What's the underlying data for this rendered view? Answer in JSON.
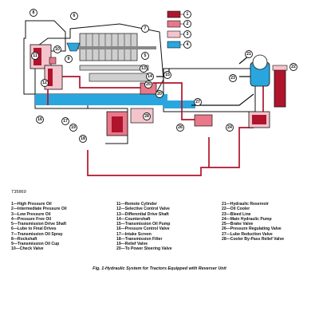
{
  "header": {
    "text": ""
  },
  "figure_id": "T35869",
  "caption": "Fig. 1-Hydraulic System for Tractors Equipped with Reverser Unit",
  "colors": {
    "high_pressure": "#b0142c",
    "intermediate_pressure": "#e8788a",
    "low_pressure": "#f4c4cc",
    "pressure_free": "#2aa6de",
    "line": "#111111",
    "metal": "#cfcfcf"
  },
  "key": [
    {
      "num": "1",
      "color": "high_pressure"
    },
    {
      "num": "2",
      "color": "intermediate_pressure"
    },
    {
      "num": "3",
      "color": "low_pressure"
    },
    {
      "num": "4",
      "color": "pressure_free"
    }
  ],
  "legend": {
    "col1": [
      "1—High Pressure Oil",
      "2—Intermediate Pressure Oil",
      "3—Low Pressure Oil",
      "4—Pressure Free Oil",
      "5—Transmission Drive Shaft",
      "6—Lube to Final Drives",
      "7—Transmission Oil Spray",
      "8—Rockshaft",
      "9—Transmission Oil Cup",
      "10—Check Valve"
    ],
    "col2": [
      "11—Remote Cylinder",
      "12—Selective Control Valve",
      "13—Differential Drive Shaft",
      "14—Countershaft",
      "15—Transmission Oil Pump",
      "16—Pressure Control Valve",
      "17—Intake Screen",
      "18—Transmission Filter",
      "19—Relief Valve",
      "20—To Power Steering Valve"
    ],
    "col3": [
      "21—Hydraulic Reservoir",
      "22—Oil Cooler",
      "23—Bleed Line",
      "24—Main Hydraulic Pump",
      "25—Brake Valve",
      "26—Pressure Regulating Valve",
      "27—Lube Reduction Valve",
      "28—Cooler By-Pass Relief Valve"
    ]
  },
  "callouts": [
    "1",
    "2",
    "3",
    "4",
    "5",
    "6",
    "7",
    "8",
    "9",
    "10",
    "11",
    "12",
    "13",
    "14",
    "15",
    "16",
    "17",
    "18",
    "19",
    "20",
    "21",
    "22",
    "23",
    "24",
    "25",
    "26",
    "27",
    "28"
  ]
}
